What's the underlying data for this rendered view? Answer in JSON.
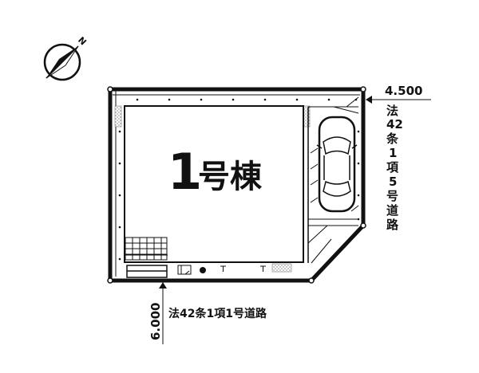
{
  "compass": {
    "north_label": "N"
  },
  "building": {
    "number": "1",
    "suffix": "号棟"
  },
  "road_east": {
    "width": "4.500",
    "chars": [
      "法",
      "42",
      "条",
      "1",
      "項",
      "5",
      "号",
      "道",
      "路"
    ]
  },
  "road_south": {
    "width": "6.000",
    "name": "法42条1項1号道路"
  }
}
